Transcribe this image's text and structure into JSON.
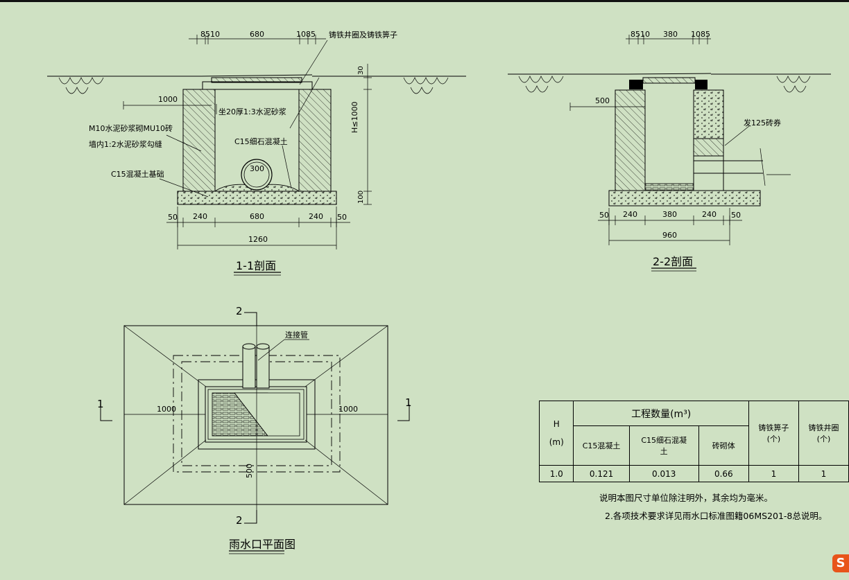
{
  "sec1": {
    "title": "1-1剖面",
    "dims_top": [
      "8510",
      "680",
      "1085"
    ],
    "label_cover": "铸铁井圈及铸铁箅子",
    "dim_left": "1000",
    "label_mortar_bed": "坐20厚1:3水泥砂浆",
    "label_wall_1": "M10水泥砂浆砌MU10砖",
    "label_wall_2": "墙内1:2水泥砂浆勾缝",
    "label_fine_concrete": "C15细石混凝土",
    "pipe_dia": "300",
    "label_base": "C15混凝土基础",
    "dim_h": "H≤1000",
    "dim_30": "30",
    "dim_100": "100",
    "dims_bottom": [
      "50",
      "240",
      "680",
      "240",
      "50"
    ],
    "dim_total": "1260"
  },
  "sec2": {
    "title": "2-2剖面",
    "dims_top": [
      "8510",
      "380",
      "1085"
    ],
    "dim_left": "500",
    "label_arch": "发125砖券",
    "dims_bottom": [
      "50",
      "240",
      "380",
      "240",
      "50"
    ],
    "dim_total": "960"
  },
  "plan": {
    "title": "雨水口平面图",
    "mark_2_top": "2",
    "mark_2_bottom": "2",
    "mark_1_left": "1",
    "mark_1_right": "1",
    "label_pipe": "连接管",
    "dim_left": "1000",
    "dim_right": "1000",
    "dim_500": "500"
  },
  "table": {
    "h_header": "H",
    "h_unit": "(m)",
    "group_header": "工程数量(m³)",
    "col_c15": "C15混凝土",
    "col_fine": "C15细石混凝土",
    "col_brick": "砖砌体",
    "col_grate": "铸铁箅子",
    "col_grate_unit": "(个)",
    "col_ring": "铸铁井圈",
    "col_ring_unit": "(个)",
    "row": [
      "1.0",
      "0.121",
      "0.013",
      "0.66",
      "1",
      "1"
    ]
  },
  "notes": {
    "n1": "说明本图尺寸单位除注明外，其余均为毫米。",
    "n2": "2.各项技术要求详见雨水口标准图籍06MS201-8总说明。"
  },
  "logo_text": "S"
}
